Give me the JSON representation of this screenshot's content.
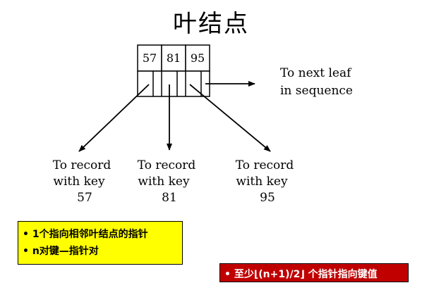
{
  "title": "叶结点",
  "keys": [
    "57",
    "81",
    "95"
  ],
  "next_leaf_label": [
    "To next leaf",
    "in sequence"
  ],
  "records": [
    {
      "line1": "To record",
      "line2": "with key",
      "key": "57"
    },
    {
      "line1": "To record",
      "line2": "with key",
      "key": "81"
    },
    {
      "line1": "To record",
      "line2": "with key",
      "key": "95"
    }
  ],
  "yellow_box": {
    "items": [
      "1个指向相邻叶结点的指针",
      "n对键—指针对"
    ],
    "background": "#ffff00"
  },
  "red_box": {
    "text": "至少⌊(n+1)/2⌋ 个指针指向键值",
    "background": "#c00000"
  }
}
